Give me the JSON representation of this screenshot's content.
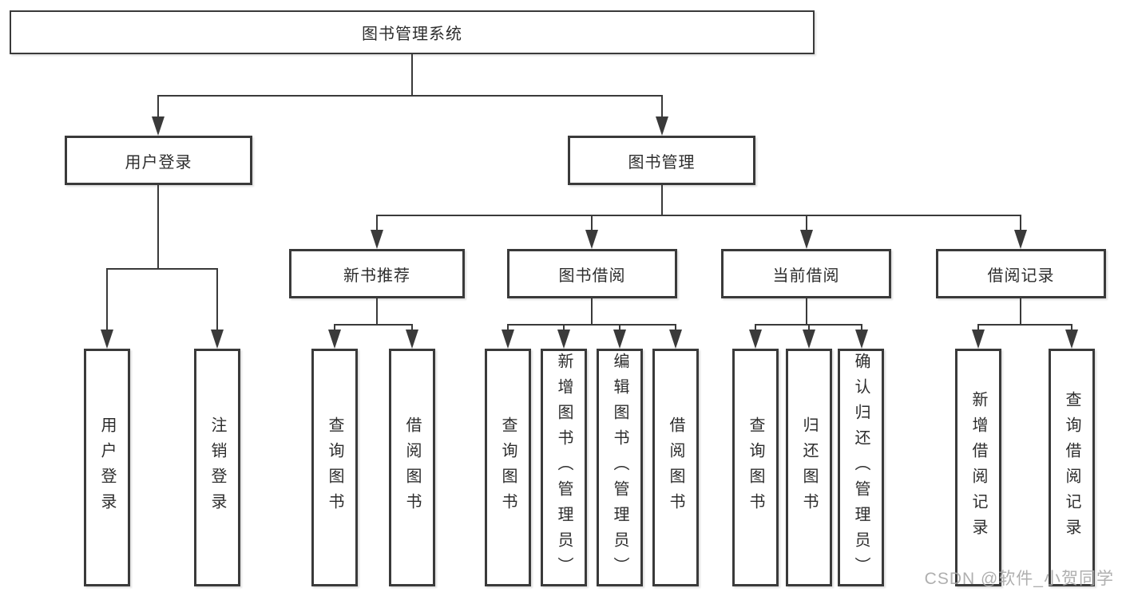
{
  "tree": {
    "label": "图书管理系统",
    "children": [
      {
        "label": "用户登录",
        "children": [
          {
            "label": "用户登录"
          },
          {
            "label": "注销登录"
          }
        ]
      },
      {
        "label": "图书管理",
        "children": [
          {
            "label": "新书推荐",
            "children": [
              {
                "label": "查询图书"
              },
              {
                "label": "借阅图书"
              }
            ]
          },
          {
            "label": "图书借阅",
            "children": [
              {
                "label": "查询图书"
              },
              {
                "label": "新增图书（管理员）"
              },
              {
                "label": "编辑图书（管理员）"
              },
              {
                "label": "借阅图书"
              }
            ]
          },
          {
            "label": "当前借阅",
            "children": [
              {
                "label": "查询图书"
              },
              {
                "label": "归还图书"
              },
              {
                "label": "确认归还（管理员）"
              }
            ]
          },
          {
            "label": "借阅记录",
            "children": [
              {
                "label": "新增借阅记录"
              },
              {
                "label": "查询借阅记录"
              }
            ]
          }
        ]
      }
    ]
  },
  "watermark": "CSDN @软件_小贺同学",
  "colors": {
    "line": "#3a3a3a",
    "text": "#2d2d2d",
    "box_background": "#ffffff",
    "watermark": "#a8a8a8"
  }
}
